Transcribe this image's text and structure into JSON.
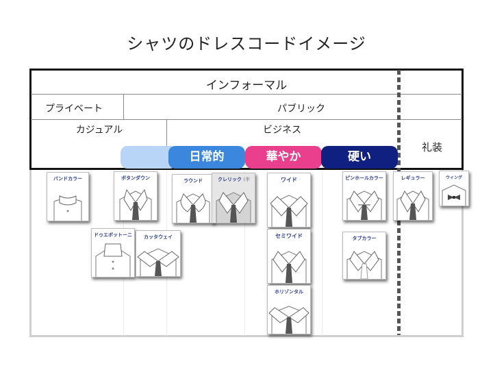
{
  "title": "シャツのドレスコードイメージ",
  "rows": {
    "informal": "インフォーマル",
    "private": "プライベート",
    "public": "パブリック",
    "casual": "カジュアル",
    "business": "ビジネス",
    "formal": "礼装"
  },
  "pills": [
    {
      "label": "",
      "color": "#b8d4f6"
    },
    {
      "label": "日常的",
      "color": "#3b87de"
    },
    {
      "label": "華やか",
      "color": "#ea3f8d"
    },
    {
      "label": "硬い",
      "color": "#0f2080"
    }
  ],
  "collars": {
    "band": "バンドカラー",
    "buttondown": "ボタンダウン",
    "round": "ラウンド",
    "cleric": "クレリック",
    "cleric_tag": "(半",
    "wide": "ワイド",
    "pinhole": "ピンホールカラー",
    "regular": "レギュラー",
    "wing": "ウィング",
    "duebottoni": "ドゥエボットーニ",
    "cutaway": "カッタウェイ",
    "semiwide": "セミワイド",
    "tab": "タブカラー",
    "horizontal": "ホリゾンタル"
  }
}
